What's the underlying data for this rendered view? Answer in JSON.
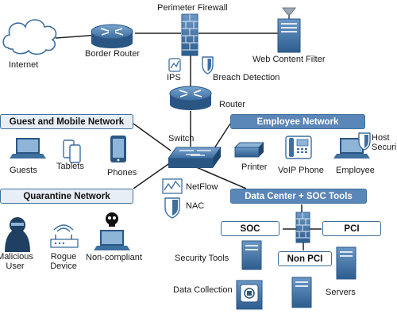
{
  "labels": {
    "internet": "Internet",
    "border_router": "Border Router",
    "perimeter_firewall": "Perimeter Firewall",
    "web_content_filter": "Web Content Filter",
    "ips": "IPS",
    "breach_detection": "Breach Detection",
    "router": "Router",
    "switch": "Switch",
    "netflow": "NetFlow",
    "nac": "NAC",
    "guests": "Guests",
    "tablets": "Tablets",
    "phones": "Phones",
    "printer": "Printer",
    "voip_phone": "VoIP Phone",
    "employee": "Employee",
    "host_security": "Host Securi",
    "malicious_user": "Malicious User",
    "rogue_device": "Rogue Device",
    "non_compliant": "Non-compliant",
    "security_tools": "Security Tools",
    "data_collection": "Data Collection",
    "servers": "Servers"
  },
  "sections": {
    "guest_mobile": "Guest and Mobile Network",
    "employee": "Employee Network",
    "quarantine": "Quarantine Network",
    "datacenter": "Data Center + SOC Tools",
    "soc": "SOC",
    "pci": "PCI",
    "non_pci": "Non PCI"
  },
  "icons": {
    "cloud": "cloud-icon",
    "router": "router-icon",
    "firewall": "firewall-icon",
    "filter": "web-filter-server-icon",
    "switch": "switch-icon",
    "laptop": "laptop-icon",
    "tablet": "tablet-icon",
    "phone": "smartphone-icon",
    "printer": "printer-icon",
    "voip": "voip-phone-icon",
    "shield": "shield-icon",
    "hacker": "hacker-icon",
    "wifi": "wireless-router-icon",
    "skull": "skull-laptop-icon",
    "server": "server-icon",
    "collector": "data-collector-icon"
  },
  "colors": {
    "device_blue": "#3d6f9f",
    "device_dark": "#2a5684",
    "header_dark": "#5a86b8",
    "header_light": "#e8eef6",
    "line": "#222222"
  }
}
